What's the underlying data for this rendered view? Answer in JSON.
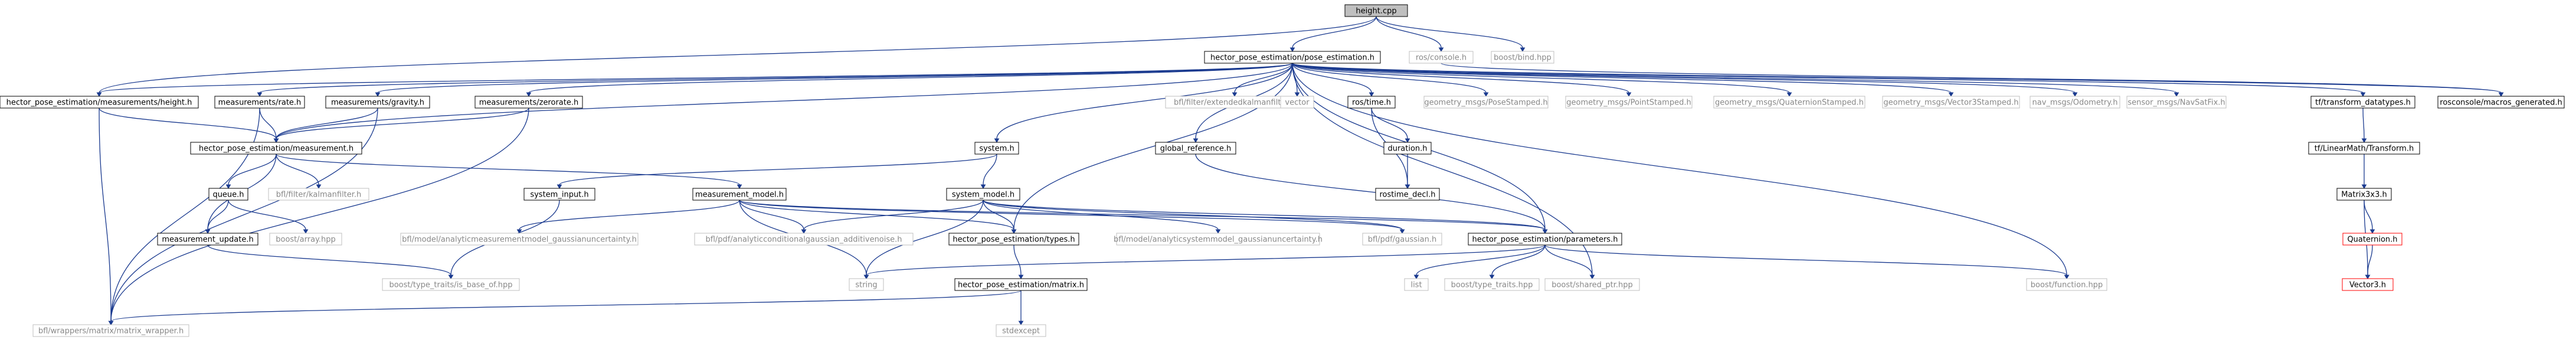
{
  "graph": {
    "colors": {
      "edge": "#1a3a8f",
      "root_fill": "#bfbfbf",
      "node_fill": "#ffffff",
      "node_border": "#000000",
      "external_border": "#bfbfbf",
      "external_text": "#888888",
      "truncated_border": "#ff0000"
    },
    "nodes": {
      "height_cpp": {
        "label": "height.cpp",
        "kind": "root"
      },
      "pose_estimation_h": {
        "label": "hector_pose_estimation/pose_estimation.h",
        "kind": "normal"
      },
      "ros_console_h": {
        "label": "ros/console.h",
        "kind": "external"
      },
      "boost_bind_hpp": {
        "label": "boost/bind.hpp",
        "kind": "external"
      },
      "measurements_height_h": {
        "label": "hector_pose_estimation/measurements/height.h",
        "kind": "normal"
      },
      "measurements_rate_h": {
        "label": "measurements/rate.h",
        "kind": "normal"
      },
      "measurements_gravity_h": {
        "label": "measurements/gravity.h",
        "kind": "normal"
      },
      "measurements_zerorate_h": {
        "label": "measurements/zerorate.h",
        "kind": "normal"
      },
      "bfl_extendedkalmanfilter_h": {
        "label": "bfl/filter/extendedkalmanfilter.h",
        "kind": "external"
      },
      "vector": {
        "label": "vector",
        "kind": "external"
      },
      "ros_time_h": {
        "label": "ros/time.h",
        "kind": "normal"
      },
      "geometry_msgs_posestamped_h": {
        "label": "geometry_msgs/PoseStamped.h",
        "kind": "external"
      },
      "geometry_msgs_pointstamped_h": {
        "label": "geometry_msgs/PointStamped.h",
        "kind": "external"
      },
      "geometry_msgs_quaternionstamped_h": {
        "label": "geometry_msgs/QuaternionStamped.h",
        "kind": "external"
      },
      "geometry_msgs_vector3stamped_h": {
        "label": "geometry_msgs/Vector3Stamped.h",
        "kind": "external"
      },
      "nav_msgs_odometry_h": {
        "label": "nav_msgs/Odometry.h",
        "kind": "external"
      },
      "sensor_msgs_navsatfix_h": {
        "label": "sensor_msgs/NavSatFix.h",
        "kind": "external"
      },
      "tf_transform_datatypes_h": {
        "label": "tf/transform_datatypes.h",
        "kind": "normal"
      },
      "rosconsole_macros_generated_h": {
        "label": "rosconsole/macros_generated.h",
        "kind": "normal"
      },
      "measurement_h": {
        "label": "hector_pose_estimation/measurement.h",
        "kind": "normal"
      },
      "system_h": {
        "label": "system.h",
        "kind": "normal"
      },
      "global_reference_h": {
        "label": "global_reference.h",
        "kind": "normal"
      },
      "duration_h": {
        "label": "duration.h",
        "kind": "normal"
      },
      "rostime_decl_h": {
        "label": "rostime_decl.h",
        "kind": "normal"
      },
      "linearmath_transform_h": {
        "label": "tf/LinearMath/Transform.h",
        "kind": "normal"
      },
      "queue_h": {
        "label": "queue.h",
        "kind": "normal"
      },
      "bfl_kalmanfilter_h": {
        "label": "bfl/filter/kalmanfilter.h",
        "kind": "external"
      },
      "system_input_h": {
        "label": "system_input.h",
        "kind": "normal"
      },
      "measurement_model_h": {
        "label": "measurement_model.h",
        "kind": "normal"
      },
      "system_model_h": {
        "label": "system_model.h",
        "kind": "normal"
      },
      "matrix3x3_h": {
        "label": "Matrix3x3.h",
        "kind": "normal"
      },
      "boost_array_hpp": {
        "label": "boost/array.hpp",
        "kind": "external"
      },
      "measurement_update_h": {
        "label": "measurement_update.h",
        "kind": "normal"
      },
      "bfl_analyticmeasurementmodel_h": {
        "label": "bfl/model/analyticmeasurementmodel_gaussianuncertainty.h",
        "kind": "external"
      },
      "bfl_analyticconditionalgaussian_h": {
        "label": "bfl/pdf/analyticconditionalgaussian_additivenoise.h",
        "kind": "external"
      },
      "types_h": {
        "label": "hector_pose_estimation/types.h",
        "kind": "normal"
      },
      "bfl_analyticsystemmodel_h": {
        "label": "bfl/model/analyticsystemmodel_gaussianuncertainty.h",
        "kind": "external"
      },
      "bfl_gaussian_h": {
        "label": "bfl/pdf/gaussian.h",
        "kind": "external"
      },
      "parameters_h": {
        "label": "hector_pose_estimation/parameters.h",
        "kind": "normal"
      },
      "quaternion_h": {
        "label": "Quaternion.h",
        "kind": "truncated"
      },
      "boost_is_base_of_hpp": {
        "label": "boost/type_traits/is_base_of.hpp",
        "kind": "external"
      },
      "string": {
        "label": "string",
        "kind": "external"
      },
      "list": {
        "label": "list",
        "kind": "external"
      },
      "boost_type_traits_hpp": {
        "label": "boost/type_traits.hpp",
        "kind": "external"
      },
      "boost_shared_ptr_hpp": {
        "label": "boost/shared_ptr.hpp",
        "kind": "external"
      },
      "boost_function_hpp": {
        "label": "boost/function.hpp",
        "kind": "external"
      },
      "matrix_h": {
        "label": "hector_pose_estimation/matrix.h",
        "kind": "normal"
      },
      "vector3_h": {
        "label": "Vector3.h",
        "kind": "truncated"
      },
      "matrix_wrapper_h": {
        "label": "bfl/wrappers/matrix/matrix_wrapper.h",
        "kind": "external"
      },
      "stdexcept": {
        "label": "stdexcept",
        "kind": "external"
      }
    }
  }
}
